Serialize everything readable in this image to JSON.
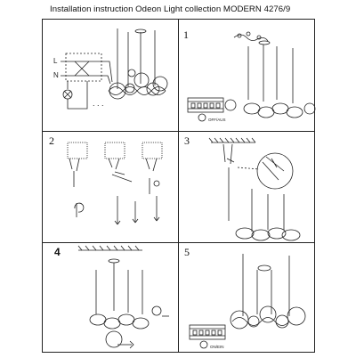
{
  "title": "Installation instruction Odeon Light collection MODERN 4276/9",
  "panels": [
    {
      "step": "",
      "labels": {
        "l": "L",
        "n": "N",
        "dots": ". . ."
      }
    },
    {
      "step": "1",
      "labels": {
        "switch": "OFF/AUS"
      }
    },
    {
      "step": "2"
    },
    {
      "step": "3"
    },
    {
      "step": "4"
    },
    {
      "step": "5",
      "labels": {
        "switch": "ON/EIN"
      }
    }
  ]
}
